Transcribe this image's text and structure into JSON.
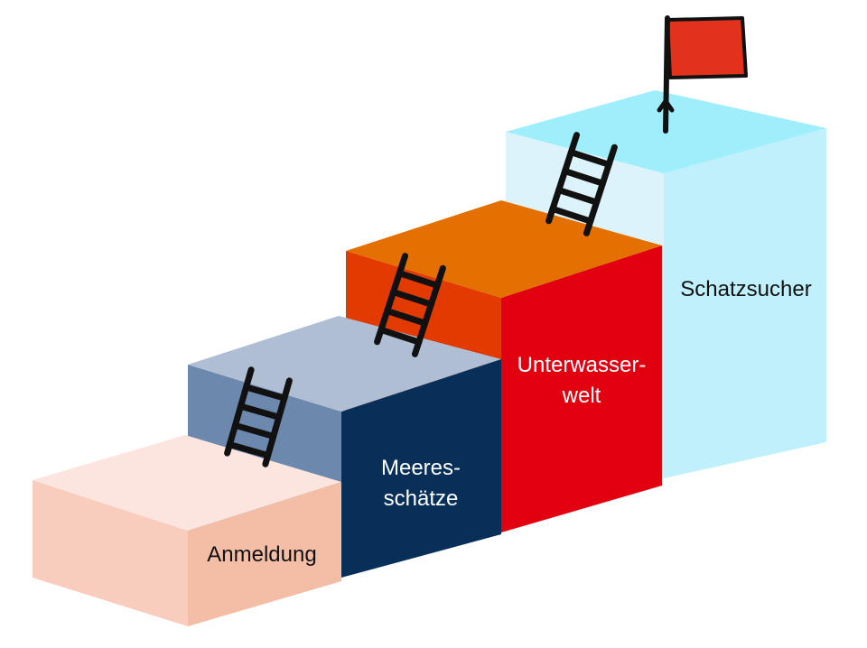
{
  "steps": [
    {
      "id": "anmeldung",
      "lines": [
        "Anmeldung"
      ],
      "colors": {
        "top": "#fbe5de",
        "side": "#f8cdbd",
        "front": "#f4bea6"
      }
    },
    {
      "id": "meeresschaetze",
      "lines": [
        "Meeres-",
        "schätze"
      ],
      "colors": {
        "top": "#b0bed4",
        "side": "#6c88ac",
        "front": "#082f58"
      }
    },
    {
      "id": "unterwasserwelt",
      "lines": [
        "Unterwasser-",
        "welt"
      ],
      "colors": {
        "top": "#e37000",
        "side": "#e23a00",
        "front": "#e20010"
      }
    },
    {
      "id": "schatzsucher",
      "lines": [
        "Schatzsucher"
      ],
      "colors": {
        "top": "#9feefb",
        "side": "#dcf3fb",
        "front": "#bff0fb"
      }
    }
  ],
  "flag": {
    "color": "#e3321c",
    "pole_color": "#111111"
  },
  "ladder_color": "#111111",
  "icons": [
    "ladder-icon",
    "flag-icon"
  ]
}
